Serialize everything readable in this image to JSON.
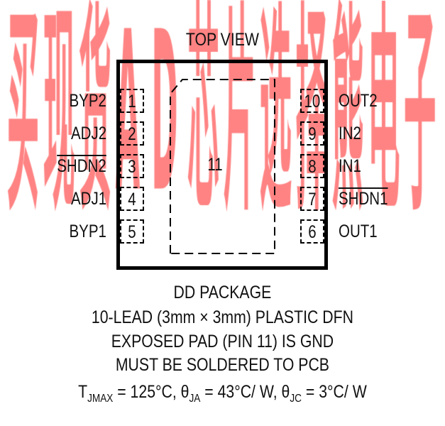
{
  "top_label": "TOP VIEW",
  "left_pins": [
    {
      "num": "1",
      "name": "BYP2",
      "overline": false
    },
    {
      "num": "2",
      "name": "ADJ2",
      "overline": false
    },
    {
      "num": "3",
      "name": "SHDN2",
      "overline": true
    },
    {
      "num": "4",
      "name": "ADJ1",
      "overline": false
    },
    {
      "num": "5",
      "name": "BYP1",
      "overline": false
    }
  ],
  "right_pins": [
    {
      "num": "10",
      "name": "OUT2",
      "overline": false
    },
    {
      "num": "9",
      "name": "IN2",
      "overline": false
    },
    {
      "num": "8",
      "name": "IN1",
      "overline": false
    },
    {
      "num": "7",
      "name": "SHDN1",
      "overline": true
    },
    {
      "num": "6",
      "name": "OUT1",
      "overline": false
    }
  ],
  "exposed_pad_num": "11",
  "package_lines": [
    "DD PACKAGE",
    "10-LEAD (3mm × 3mm) PLASTIC DFN",
    "EXPOSED PAD (PIN 11) IS GND",
    "MUST BE SOLDERED TO PCB"
  ],
  "thermal": {
    "t": "T",
    "t_sub": "JMAX",
    "t_val": " = 125°C, θ",
    "ja_sub": "JA",
    "ja_val": " = 43°C/ W, θ",
    "jc_sub": "JC",
    "jc_val": " = 3°C/ W"
  },
  "watermark": "买现货AD芯片选择熊电子"
}
